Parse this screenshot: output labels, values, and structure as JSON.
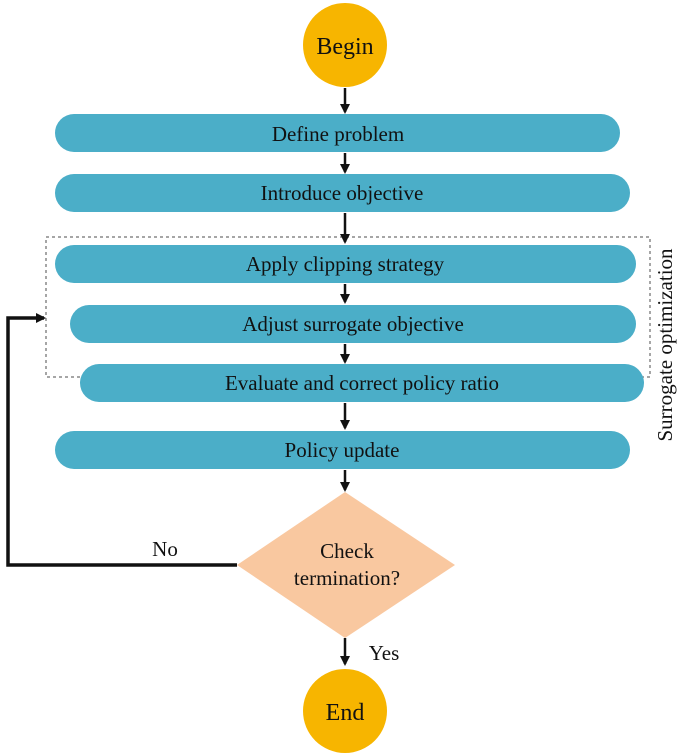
{
  "nodes": {
    "begin": "Begin",
    "define": "Define problem",
    "introduce": "Introduce objective",
    "clipping": "Apply clipping strategy",
    "adjust": "Adjust surrogate objective",
    "evaluate": "Evaluate and correct policy ratio",
    "update": "Policy update",
    "check_line1": "Check",
    "check_line2": "termination?",
    "end": "End"
  },
  "edges": {
    "no_label": "No",
    "yes_label": "Yes"
  },
  "group": {
    "label": "Surrogate optimization"
  },
  "colors": {
    "terminal": "#F7B500",
    "process": "#4BAEC8",
    "decision": "#F9C8A0",
    "arrow": "#111111",
    "group_border": "#888888"
  }
}
